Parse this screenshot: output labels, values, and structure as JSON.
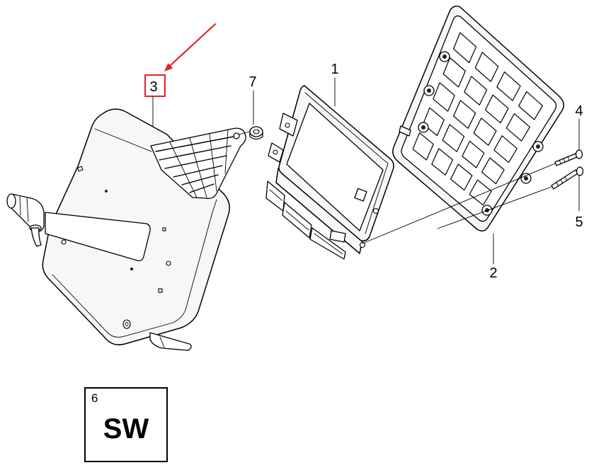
{
  "callouts": {
    "ecu_module": "1",
    "cover_plate": "2",
    "housing": "3",
    "screw_upper": "4",
    "screw_lower": "5",
    "nut": "7"
  },
  "kit_box": {
    "number": "6",
    "code": "SW"
  },
  "colors": {
    "highlight": "#e02424",
    "line": "#000000",
    "background": "#ffffff",
    "part_fill": "#f7f7f7"
  }
}
